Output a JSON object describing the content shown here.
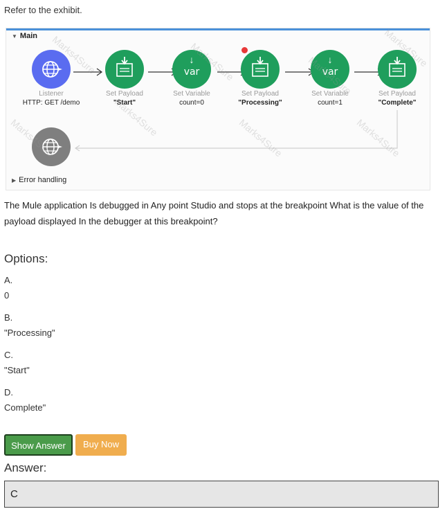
{
  "intro": "Refer to the exhibit.",
  "exhibit": {
    "main_label": "Main",
    "error_label": "Error handling",
    "watermark": "Marks4Sure",
    "nodes": [
      {
        "title": "Listener",
        "value": "HTTP: GET /demo",
        "icon": "globe-icon",
        "color": "#5a6cf0"
      },
      {
        "title": "Set Payload",
        "value": "\"Start\"",
        "icon": "set-payload-icon",
        "color": "#1f9e5c"
      },
      {
        "title": "Set Variable",
        "value": "count=0",
        "icon": "var-icon",
        "color": "#1f9e5c"
      },
      {
        "title": "Set Payload",
        "value": "\"Processing\"",
        "icon": "set-payload-icon",
        "color": "#1f9e5c"
      },
      {
        "title": "Set Variable",
        "value": "count=1",
        "icon": "var-icon",
        "color": "#1f9e5c"
      },
      {
        "title": "Set Payload",
        "value": "\"Complete\"",
        "icon": "set-payload-icon",
        "color": "#1f9e5c"
      }
    ],
    "var_text": "var",
    "breakpoint_color": "#e83838"
  },
  "question": "The Mule application Is debugged in Any point Studio and stops at the breakpoint What is the value of the payload displayed In the debugger at this breakpoint?",
  "options_title": "Options:",
  "options": [
    {
      "letter": "A.",
      "text": "0"
    },
    {
      "letter": "B.",
      "text": "\"Processing\""
    },
    {
      "letter": "C.",
      "text": "\"Start\""
    },
    {
      "letter": "D.",
      "text": "Complete\""
    }
  ],
  "buttons": {
    "show_answer": "Show Answer",
    "buy_now": "Buy Now"
  },
  "answer_title": "Answer:",
  "answer": "C"
}
